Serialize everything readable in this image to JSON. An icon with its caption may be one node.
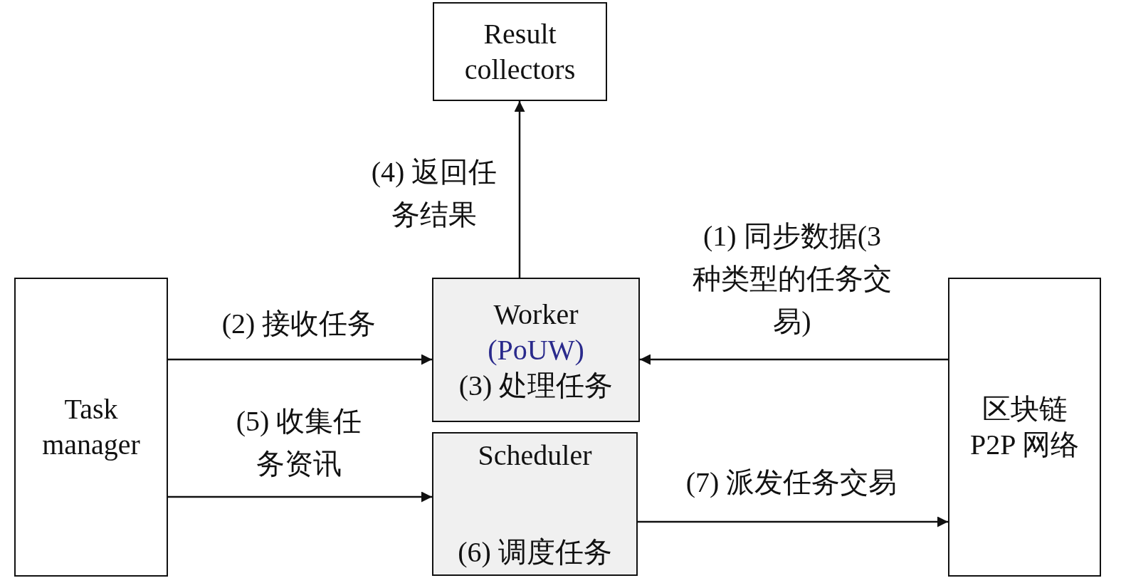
{
  "diagram": {
    "nodes": [
      {
        "text": [
          "Result collectors"
        ]
      },
      {
        "text": [
          "Task manager"
        ]
      },
      {
        "text": [
          "Worker",
          "(PoUW)",
          "(3) 处理任务"
        ]
      },
      {
        "text": [
          "Scheduler",
          "(6) 调度任务"
        ]
      },
      {
        "text": [
          "区块链 P2P 网络"
        ]
      }
    ],
    "edges": [
      {
        "from": 2,
        "to": 0,
        "arrow": "to",
        "label": "(4) 返回任务结果"
      },
      {
        "from": 1,
        "to": 2,
        "arrow": "to",
        "label": "(2) 接收任务"
      },
      {
        "from": 4,
        "to": 2,
        "arrow": "to",
        "label": "(1) 同步数据(3 种类型的任务交易)"
      },
      {
        "from": 1,
        "to": 3,
        "arrow": "to",
        "label": "(5) 收集任务资讯"
      },
      {
        "from": 3,
        "to": 4,
        "arrow": "to",
        "label": "(7) 派发任务交易"
      }
    ]
  }
}
